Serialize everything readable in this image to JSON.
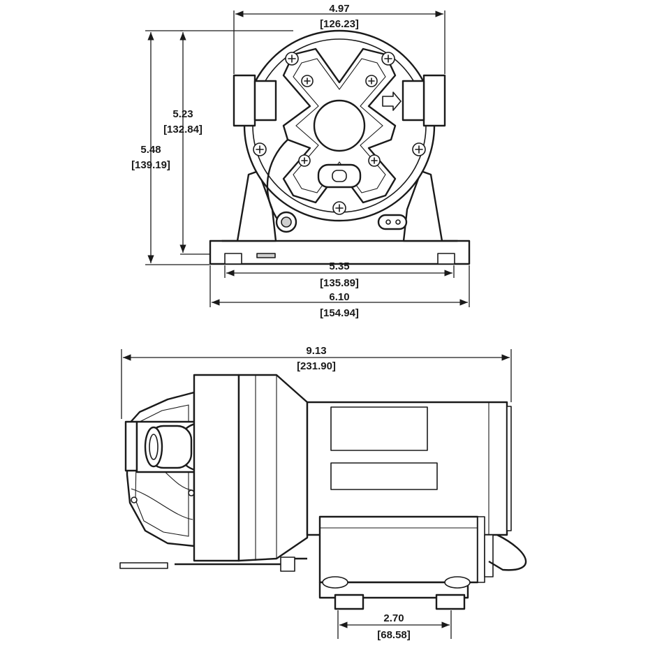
{
  "front_view": {
    "top_width": {
      "in": "4.97",
      "mm": "[126.23]"
    },
    "height_inner": {
      "in": "5.23",
      "mm": "[132.84]"
    },
    "height_total": {
      "in": "5.48",
      "mm": "[139.19]"
    },
    "base_mount": {
      "in": "5.35",
      "mm": "[135.89]"
    },
    "base_width": {
      "in": "6.10",
      "mm": "[154.94]"
    }
  },
  "side_view": {
    "total_length": {
      "in": "9.13",
      "mm": "[231.90]"
    },
    "foot_spacing": {
      "in": "2.70",
      "mm": "[68.58]"
    }
  }
}
